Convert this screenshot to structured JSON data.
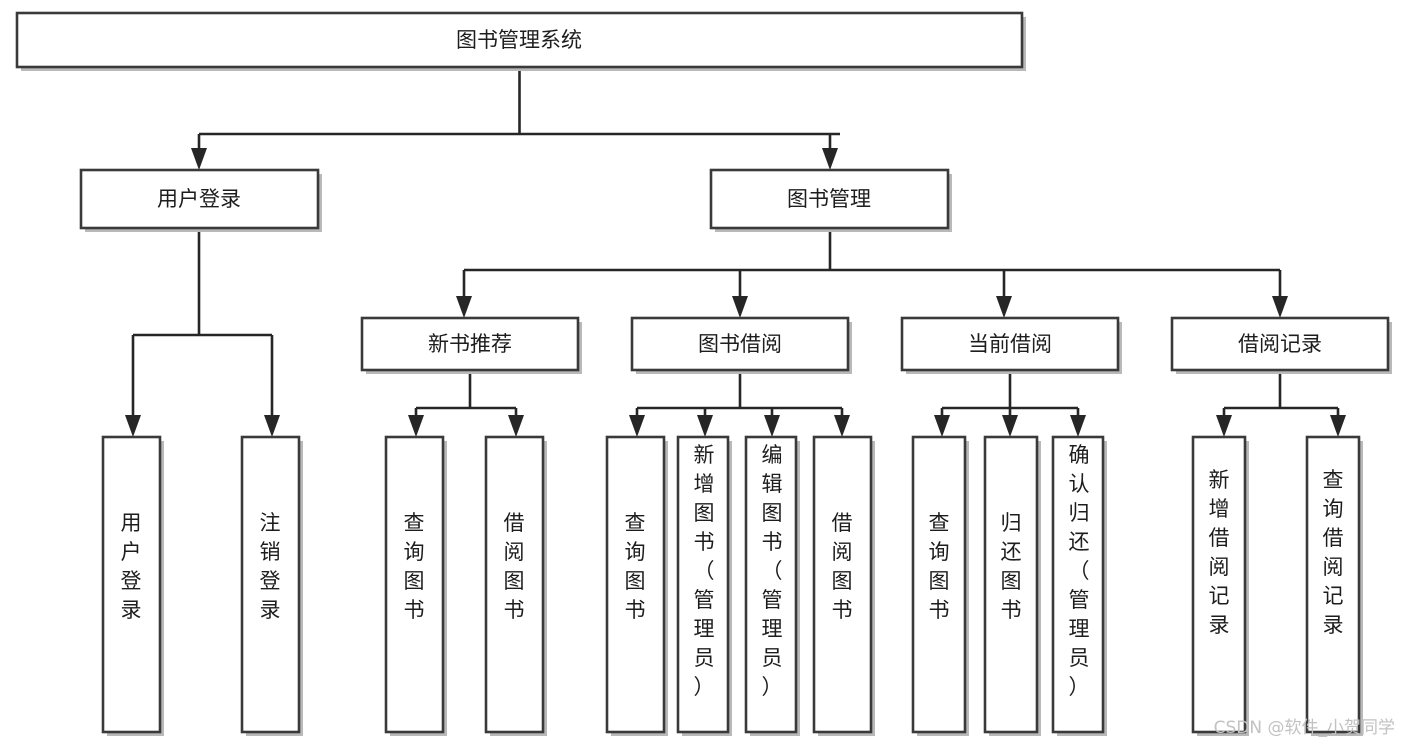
{
  "diagram": {
    "title": "图书管理系统",
    "type": "tree",
    "orientation": "top-down",
    "colors": {
      "box_stroke": "#3a3a3a",
      "box_fill": "#ffffff",
      "connector": "#262626",
      "text": "#1d1d1d",
      "watermark": "#c2c2c2",
      "background": "#ffffff"
    },
    "root": {
      "id": "root",
      "label": "图书管理系统",
      "text_orientation": "horizontal"
    },
    "level2": [
      {
        "id": "user-login",
        "label": "用户登录",
        "text_orientation": "horizontal"
      },
      {
        "id": "book-manage",
        "label": "图书管理",
        "text_orientation": "horizontal"
      }
    ],
    "level3": [
      {
        "id": "new-book-recommend",
        "label": "新书推荐",
        "text_orientation": "horizontal",
        "parent": "book-manage"
      },
      {
        "id": "book-borrow",
        "label": "图书借阅",
        "text_orientation": "horizontal",
        "parent": "book-manage"
      },
      {
        "id": "current-borrow",
        "label": "当前借阅",
        "text_orientation": "horizontal",
        "parent": "book-manage"
      },
      {
        "id": "borrow-record",
        "label": "借阅记录",
        "text_orientation": "horizontal",
        "parent": "book-manage"
      }
    ],
    "leaves": [
      {
        "id": "leaf-user-login",
        "label": "用户登录",
        "chars": [
          "用",
          "户",
          "登",
          "录"
        ],
        "parent": "user-login"
      },
      {
        "id": "leaf-user-logout",
        "label": "注销登录",
        "chars": [
          "注",
          "销",
          "登",
          "录"
        ],
        "parent": "user-login"
      },
      {
        "id": "leaf-query-book-1",
        "label": "查询图书",
        "chars": [
          "查",
          "询",
          "图",
          "书"
        ],
        "parent": "new-book-recommend"
      },
      {
        "id": "leaf-borrow-book-1",
        "label": "借阅图书",
        "chars": [
          "借",
          "阅",
          "图",
          "书"
        ],
        "parent": "new-book-recommend"
      },
      {
        "id": "leaf-query-book-2",
        "label": "查询图书",
        "chars": [
          "查",
          "询",
          "图",
          "书"
        ],
        "parent": "book-borrow"
      },
      {
        "id": "leaf-add-book",
        "label": "新增图书（管理员）",
        "chars": [
          "新",
          "增",
          "图",
          "书",
          "（",
          "管",
          "理",
          "员",
          "）"
        ],
        "parent": "book-borrow"
      },
      {
        "id": "leaf-edit-book",
        "label": "编辑图书（管理员）",
        "chars": [
          "编",
          "辑",
          "图",
          "书",
          "（",
          "管",
          "理",
          "员",
          "）"
        ],
        "parent": "book-borrow"
      },
      {
        "id": "leaf-borrow-book-2",
        "label": "借阅图书",
        "chars": [
          "借",
          "阅",
          "图",
          "书"
        ],
        "parent": "book-borrow"
      },
      {
        "id": "leaf-query-book-3",
        "label": "查询图书",
        "chars": [
          "查",
          "询",
          "图",
          "书"
        ],
        "parent": "current-borrow"
      },
      {
        "id": "leaf-return-book",
        "label": "归还图书",
        "chars": [
          "归",
          "还",
          "图",
          "书"
        ],
        "parent": "current-borrow"
      },
      {
        "id": "leaf-confirm-return",
        "label": "确认归还（管理员）",
        "chars": [
          "确",
          "认",
          "归",
          "还",
          "（",
          "管",
          "理",
          "员",
          "）"
        ],
        "parent": "current-borrow"
      },
      {
        "id": "leaf-add-record",
        "label": "新增借阅记录",
        "chars": [
          "新",
          "增",
          "借",
          "阅",
          "记",
          "录"
        ],
        "parent": "borrow-record"
      },
      {
        "id": "leaf-query-record",
        "label": "查询借阅记录",
        "chars": [
          "查",
          "询",
          "借",
          "阅",
          "记",
          "录"
        ],
        "parent": "borrow-record"
      }
    ]
  },
  "watermark": {
    "text": "CSDN @软件_小贺同学"
  }
}
